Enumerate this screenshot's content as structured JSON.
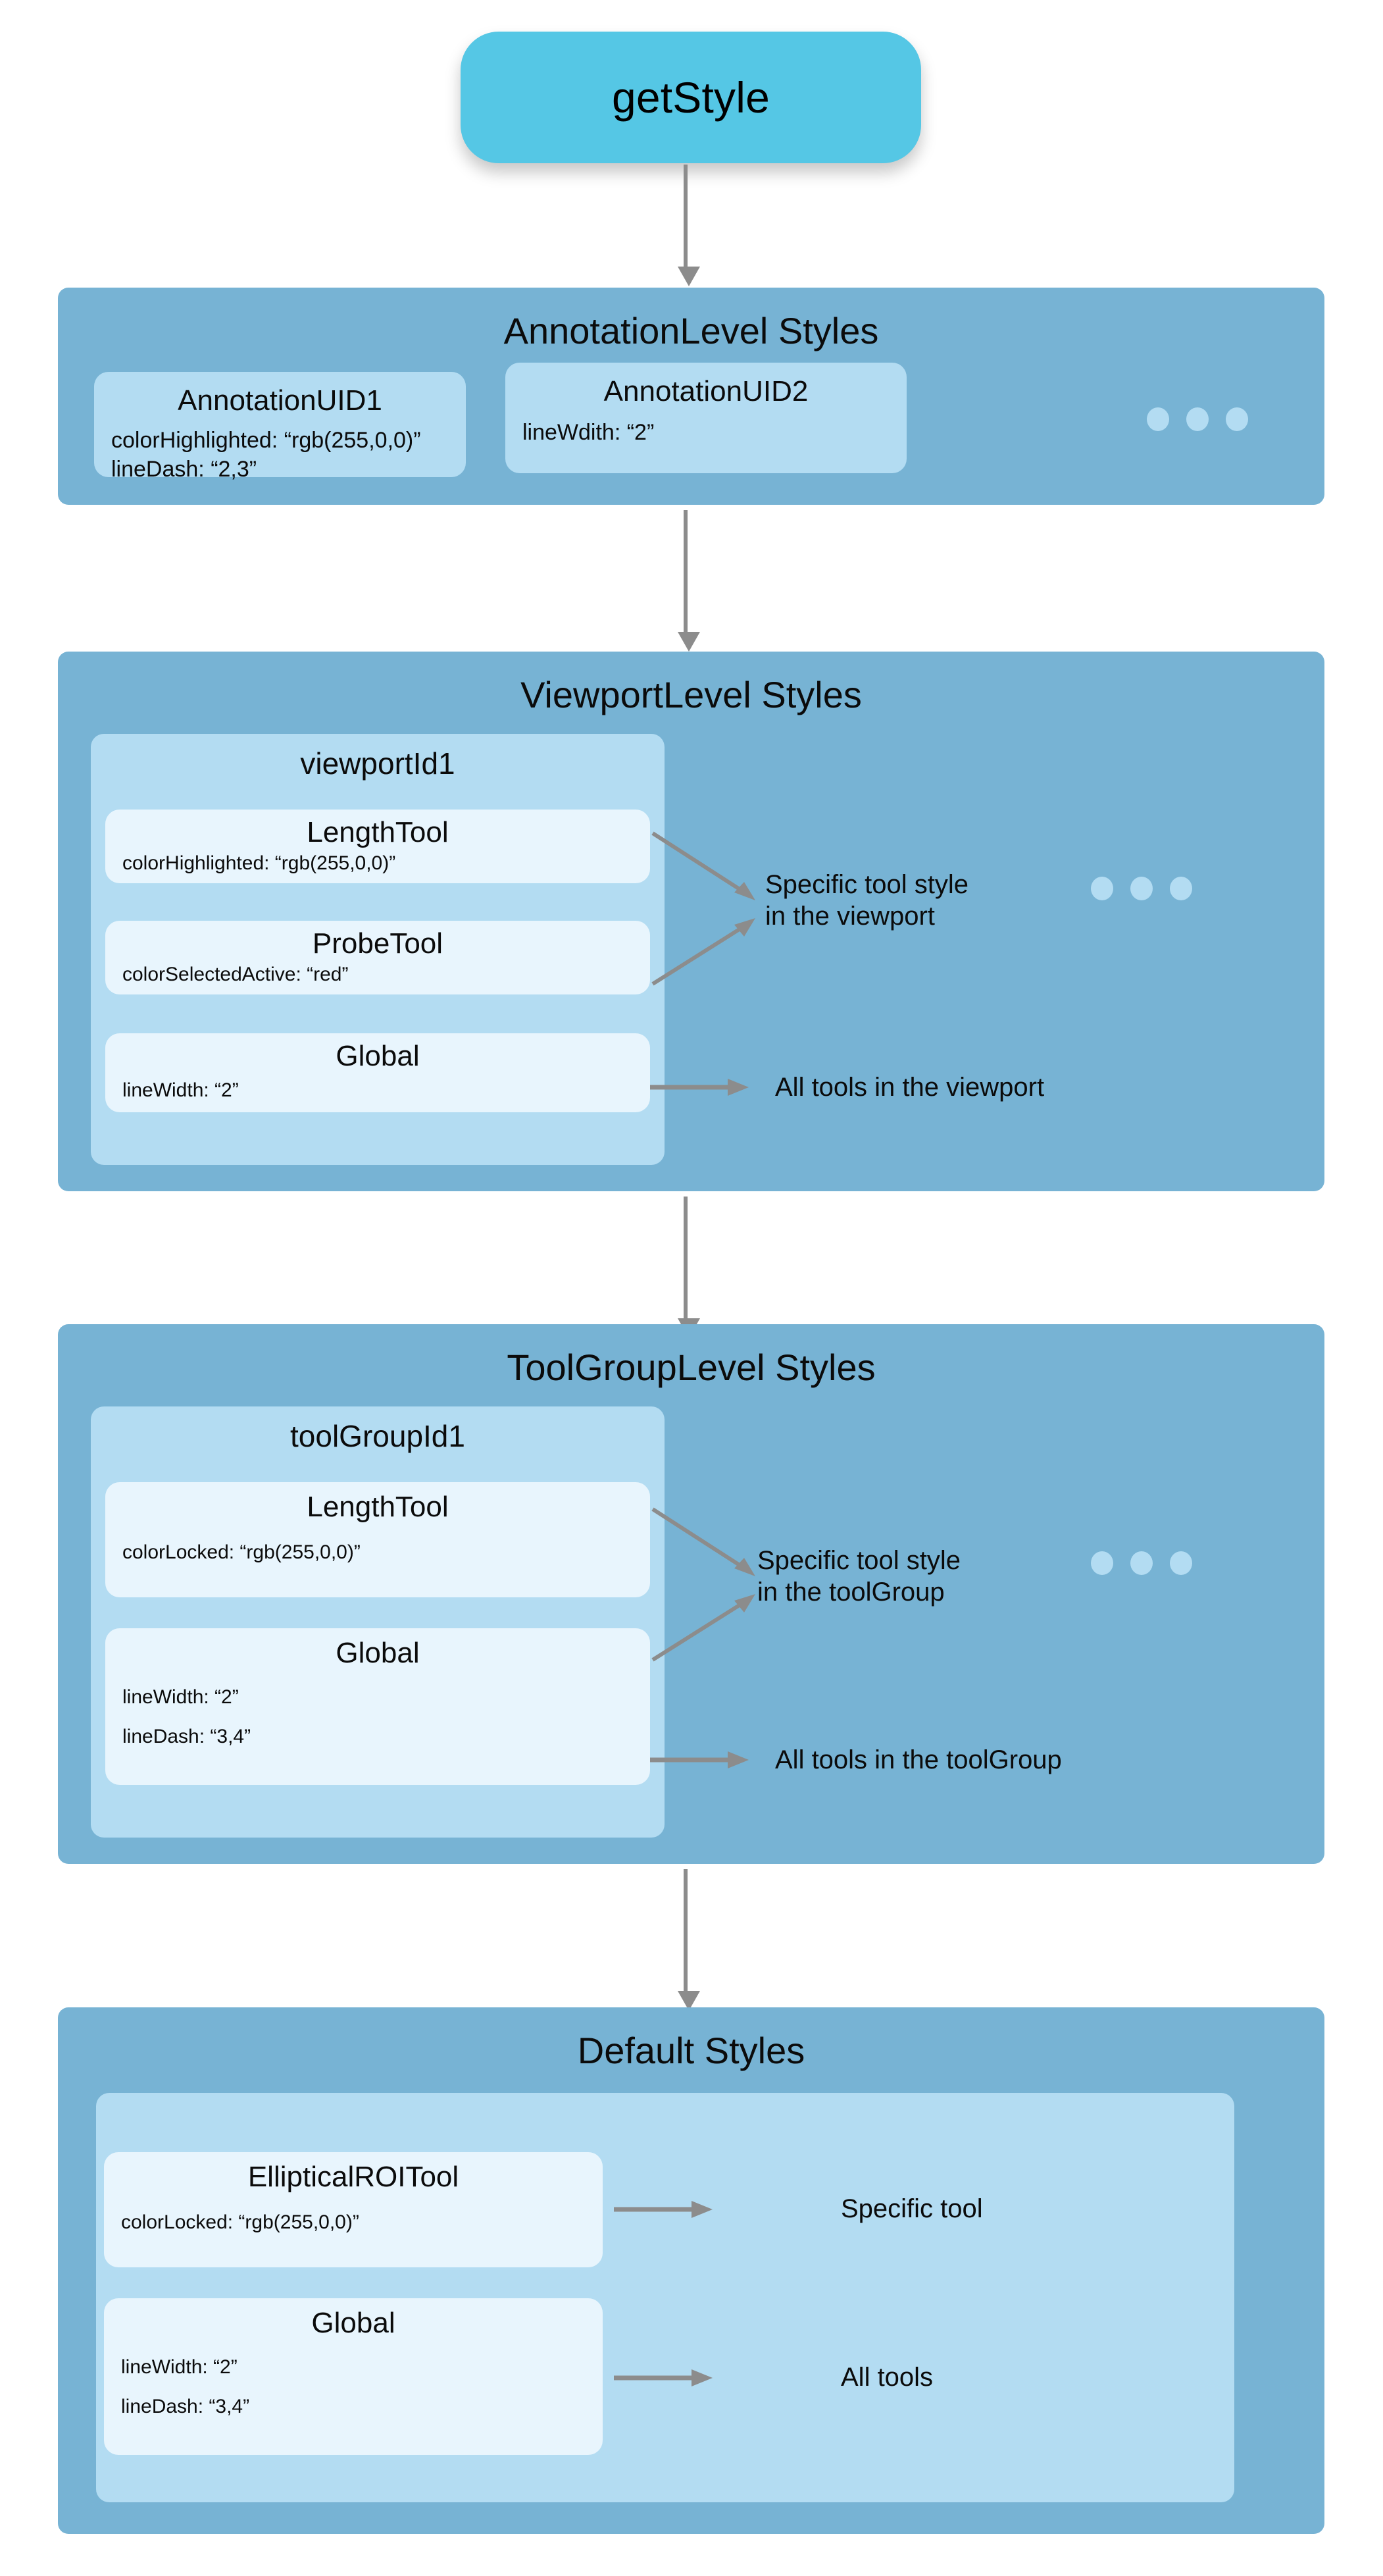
{
  "diagram": {
    "entry": {
      "label": "getStyle"
    },
    "colors": {
      "accent": "#55c7e5",
      "panel": "#77b3d4",
      "group": "#b3dcf2",
      "card": "#e8f5fd",
      "arrow": "#8c8c8c"
    },
    "ellipsis_label": "more items",
    "levels": [
      {
        "title": "AnnotationLevel Styles",
        "groups": [
          {
            "title": "AnnotationUID1",
            "props": [
              "colorHighlighted: “rgb(255,0,0)”",
              "lineDash: “2,3”"
            ]
          },
          {
            "title": "AnnotationUID2",
            "props": [
              "lineWdith: “2”"
            ]
          }
        ],
        "has_dots": true
      },
      {
        "title": "ViewportLevel Styles",
        "group_title": "viewportId1",
        "cards": [
          {
            "title": "LengthTool",
            "props": [
              "colorHighlighted: “rgb(255,0,0)”"
            ],
            "note": "Specific tool style\nin the viewport"
          },
          {
            "title": "ProbeTool",
            "props": [
              "colorSelectedActive: “red”"
            ],
            "note": "Specific tool style\nin the viewport"
          },
          {
            "title": "Global",
            "props": [
              "lineWidth: “2”"
            ],
            "note": "All tools in the viewport"
          }
        ],
        "has_dots": true
      },
      {
        "title": "ToolGroupLevel Styles",
        "group_title": "toolGroupId1",
        "cards": [
          {
            "title": "LengthTool",
            "props": [
              "colorLocked: “rgb(255,0,0)”"
            ],
            "note": "Specific tool style\nin the toolGroup"
          },
          {
            "title": "Global",
            "props": [
              "lineWidth: “2”",
              "lineDash: “3,4”"
            ],
            "note": "All tools in the toolGroup"
          }
        ],
        "has_dots": true
      },
      {
        "title": "Default Styles",
        "group_title": "",
        "cards": [
          {
            "title": "EllipticalROITool",
            "props": [
              "colorLocked: “rgb(255,0,0)”"
            ],
            "note": "Specific tool"
          },
          {
            "title": "Global",
            "props": [
              "lineWidth: “2”",
              "lineDash: “3,4”"
            ],
            "note": "All tools"
          }
        ],
        "has_dots": false
      }
    ]
  }
}
